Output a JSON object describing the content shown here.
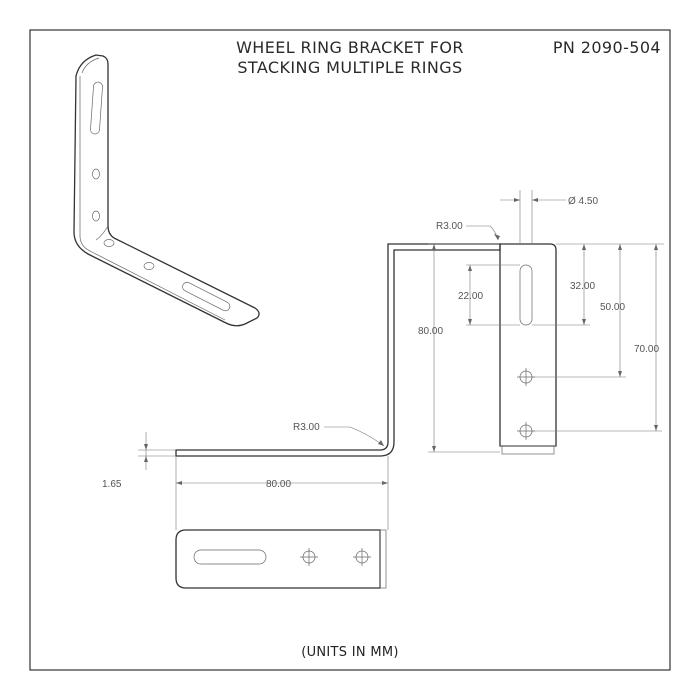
{
  "title": {
    "line1": "WHEEL RING BRACKET FOR",
    "line2": "STACKING MULTIPLE RINGS",
    "part_number": "PN 2090-504"
  },
  "dimensions": {
    "hole_diameter": "Ø 4.50",
    "top_bend_radius": "R3.00",
    "bottom_bend_radius": "R3.00",
    "slot_length": "22.00",
    "slot_offset": "32.00",
    "hole1_offset": "50.00",
    "hole2_offset": "70.00",
    "vertical_leg_length": "80.00",
    "horizontal_leg_length": "80.00",
    "thickness": "1.65"
  },
  "footer": {
    "units_note": "(UNITS IN MM)"
  }
}
